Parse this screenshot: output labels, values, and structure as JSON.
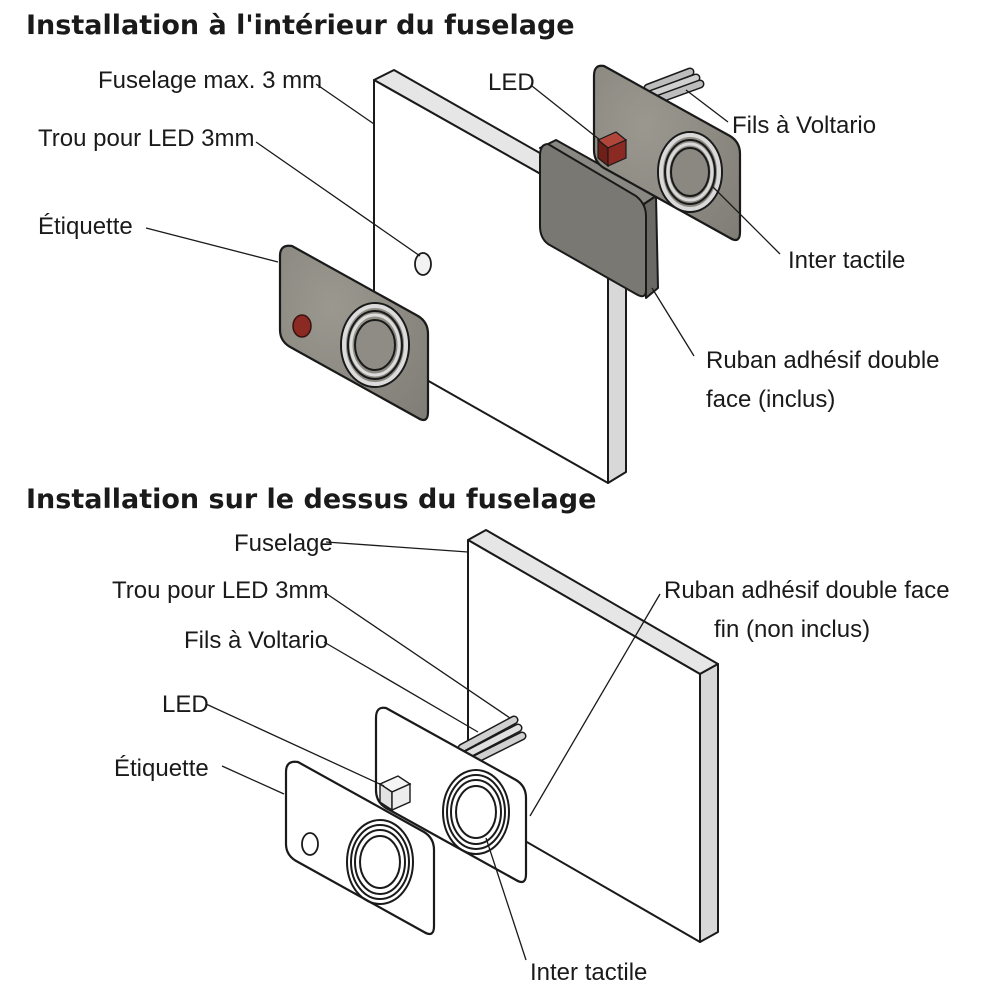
{
  "sections": [
    {
      "title": "Installation à l'intérieur du fuselage",
      "labels": {
        "fuselage": "Fuselage max. 3 mm",
        "led_hole": "Trou pour LED 3mm",
        "label_plate": "Étiquette",
        "led": "LED",
        "wires": "Fils à Voltario",
        "touch_switch": "Inter tactile",
        "tape_line1": "Ruban adhésif double",
        "tape_line2": "face (inclus)"
      }
    },
    {
      "title": "Installation sur le dessus du fuselage",
      "labels": {
        "fuselage": "Fuselage",
        "led_hole": "Trou pour LED 3mm",
        "wires": "Fils à Voltario",
        "led": "LED",
        "label_plate": "Étiquette",
        "tape_line1": "Ruban adhésif double face",
        "tape_line2": "fin (non inclus)",
        "touch_switch": "Inter tactile"
      }
    }
  ],
  "colors": {
    "panel_white": "#ffffff",
    "panel_side": "#e6e6e6",
    "plate_gray": "#8f8d84",
    "plate_edge": "#5e5c55",
    "tape_gray": "#7a7872",
    "led_red": "#8b2a22",
    "ink": "#1a1a1a"
  }
}
